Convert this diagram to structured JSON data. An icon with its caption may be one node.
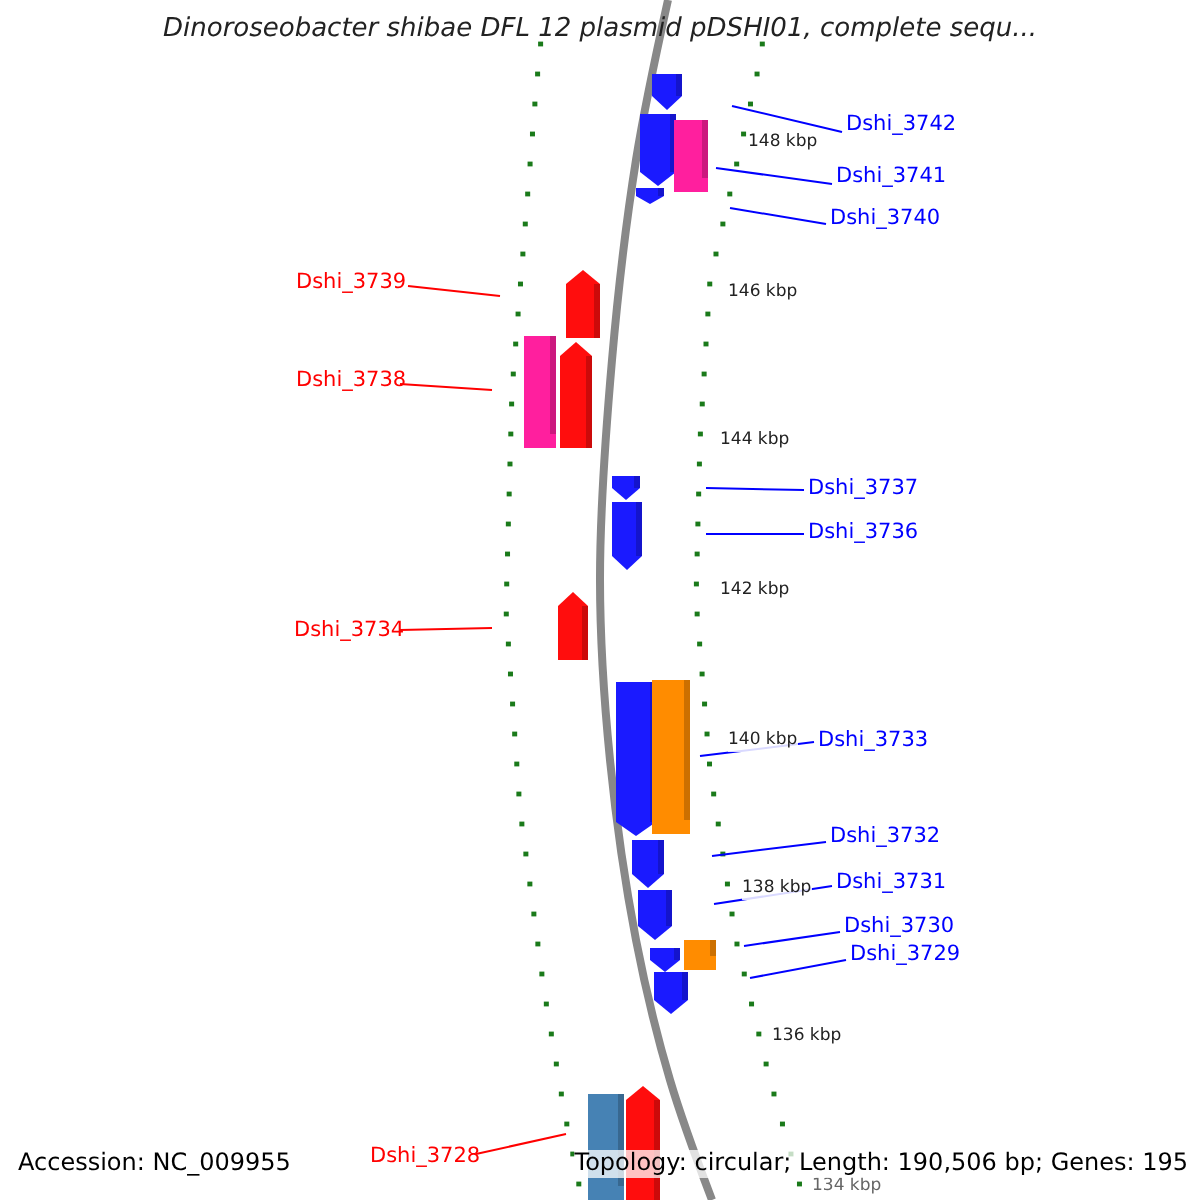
{
  "diagram": {
    "title": "Dinoroseobacter shibae DFL 12 plasmid pDSHI01, complete sequ...",
    "nodes": [
      {
        "text": [
          "Dshi_3742"
        ]
      },
      {
        "text": [
          "Dshi_3741"
        ]
      },
      {
        "text": [
          "Dshi_3740"
        ]
      },
      {
        "text": [
          "Dshi_3739"
        ]
      },
      {
        "text": [
          "Dshi_3738"
        ]
      },
      {
        "text": [
          "Dshi_3737"
        ]
      },
      {
        "text": [
          "Dshi_3736"
        ]
      },
      {
        "text": [
          "Dshi_3734"
        ]
      },
      {
        "text": [
          "Dshi_3733"
        ]
      },
      {
        "text": [
          "Dshi_3732"
        ]
      },
      {
        "text": [
          "Dshi_3731"
        ]
      },
      {
        "text": [
          "Dshi_3730"
        ]
      },
      {
        "text": [
          "Dshi_3729"
        ]
      },
      {
        "text": [
          "Dshi_3728"
        ]
      }
    ],
    "edges": [
      {
        "from": 0,
        "to": null,
        "arrow": "none"
      },
      {
        "from": 1,
        "to": null,
        "arrow": "none"
      },
      {
        "from": 2,
        "to": null,
        "arrow": "none"
      },
      {
        "from": 3,
        "to": null,
        "arrow": "none",
        "color": "#ff0000"
      },
      {
        "from": 4,
        "to": null,
        "arrow": "none",
        "color": "#ff0000"
      },
      {
        "from": 5,
        "to": null,
        "arrow": "none"
      },
      {
        "from": 6,
        "to": null,
        "arrow": "none"
      },
      {
        "from": 7,
        "to": null,
        "arrow": "none",
        "color": "#ff0000"
      },
      {
        "from": 8,
        "to": null,
        "arrow": "none"
      },
      {
        "from": 9,
        "to": null,
        "arrow": "none"
      },
      {
        "from": 10,
        "to": null,
        "arrow": "none"
      },
      {
        "from": 11,
        "to": null,
        "arrow": "none"
      },
      {
        "from": 12,
        "to": null,
        "arrow": "none"
      },
      {
        "from": 13,
        "to": null,
        "arrow": "none",
        "color": "#ff0000"
      }
    ],
    "labels": [
      "148 kbp",
      "146 kbp",
      "144 kbp",
      "142 kbp",
      "140 kbp",
      "138 kbp",
      "136 kbp",
      "134 kbp",
      "Accession: NC_009955",
      "Topology: circular; Length: 190,506 bp; Genes: 195"
    ]
  }
}
